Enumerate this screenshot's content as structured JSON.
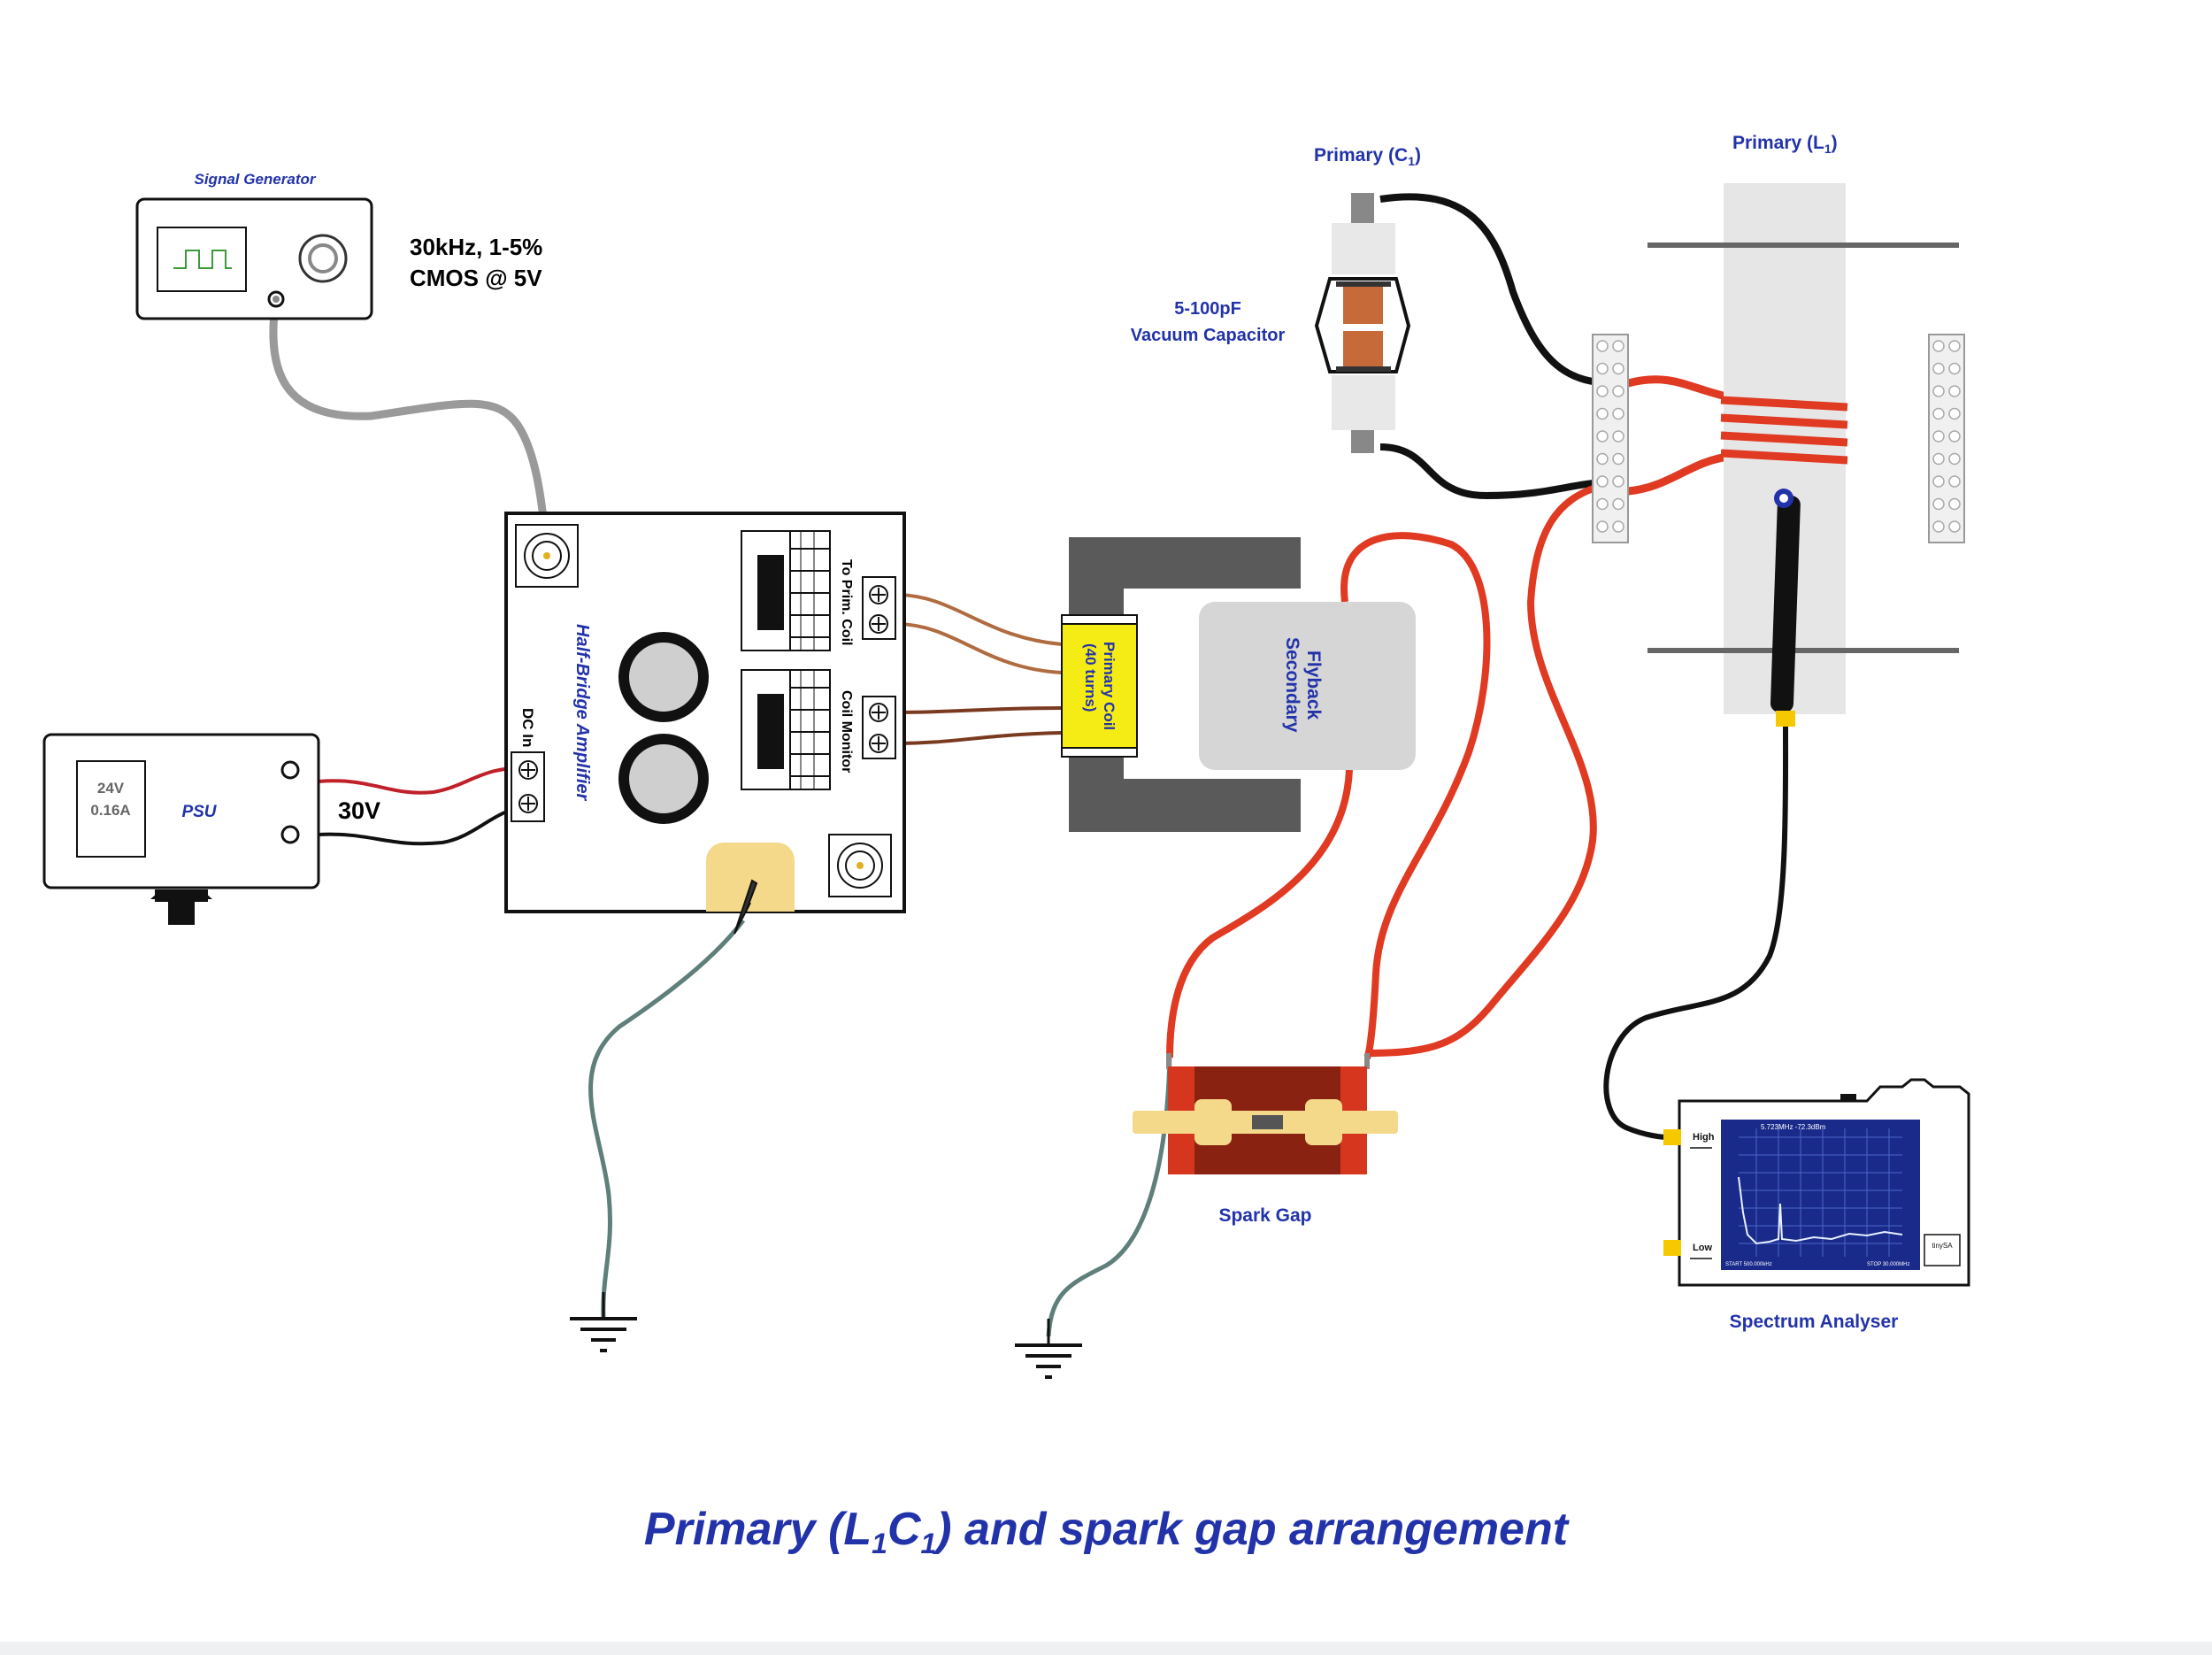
{
  "title": {
    "main_prefix": "Primary (L",
    "sub1": "1",
    "mid": "C",
    "sub2": "1",
    "suffix": ") and spark gap arrangement"
  },
  "signal_generator": {
    "label": "Signal Generator",
    "spec_line1": "30kHz, 1-5%",
    "spec_line2": "CMOS @ 5V"
  },
  "psu": {
    "label": "PSU",
    "rating_v": "24V",
    "rating_a": "0.16A",
    "output_voltage": "30V"
  },
  "amplifier": {
    "label": "Half-Bridge Amplifier",
    "dc_in": "DC In",
    "to_prim_coil": "To Prim. Coil",
    "coil_monitor": "Coil Monitor"
  },
  "transformer": {
    "primary_label": "Primary Coil",
    "primary_turns": "(40 turns)",
    "secondary_line1": "Flyback",
    "secondary_line2": "Secondary"
  },
  "capacitor": {
    "title_prefix": "Primary (C",
    "title_sub": "1",
    "title_suffix": ")",
    "value": "5-100pF",
    "type": "Vacuum Capacitor"
  },
  "primary_coil": {
    "title_prefix": "Primary (L",
    "title_sub": "1",
    "title_suffix": ")"
  },
  "spark_gap": {
    "label": "Spark Gap"
  },
  "spectrum_analyser": {
    "label": "Spectrum Analyser",
    "port_high": "High",
    "port_low": "Low",
    "brand": "tinySA",
    "screen_header": "5.723MHz -72.3dBm",
    "screen_start": "START 500.000kHz",
    "screen_stop": "STOP 30.000MHz"
  },
  "colors": {
    "title_blue": "#2233aa",
    "wire_red": "#e03a22",
    "wire_black": "#111111",
    "wire_brown": "#9a5a3a",
    "wire_gray": "#9a9a9a",
    "ground_wire": "#5f7f7a",
    "core_gray": "#5a5a5a",
    "primary_yellow": "#f5ec16",
    "analyser_screen": "#1a2a8a"
  }
}
